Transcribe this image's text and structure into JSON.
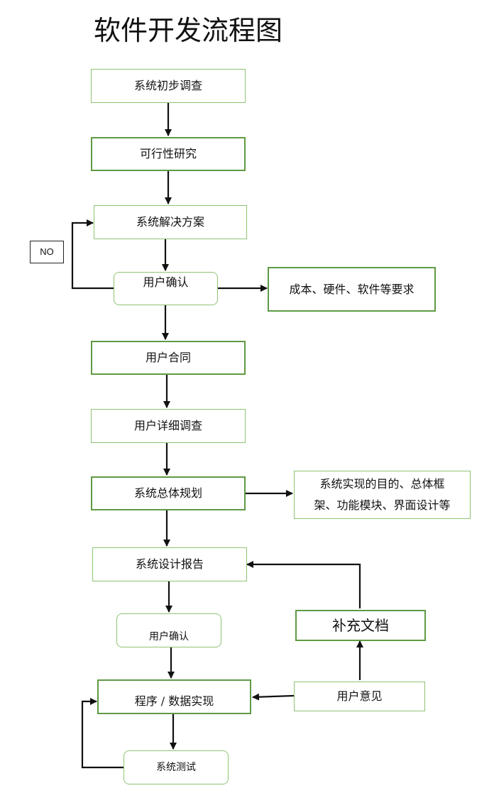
{
  "title": "软件开发流程图",
  "steps": {
    "initial_survey": "系统初步调查",
    "feasibility": "可行性研究",
    "solution": "系统解决方案",
    "user_confirm_1": "用户确认",
    "user_contract": "用户合同",
    "detailed_survey": "用户详细调查",
    "overall_plan": "系统总体规划",
    "design_report": "系统设计报告",
    "user_confirm_2": "用户确认",
    "implementation": "程序 / 数据实现",
    "system_test": "系统测试",
    "supplement_docs": "补充文档",
    "user_feedback": "用户意见"
  },
  "notes": {
    "no_label": "NO",
    "cost_requirements": "成本、硬件、软件等要求",
    "plan_details_line1": "系统实现的目的、总体框",
    "plan_details_line2": "架、功能模块、界面设计等"
  },
  "colors": {
    "box_border": "#8fc373",
    "box_border_thick": "#5f9a44",
    "arrow": "#111111"
  }
}
